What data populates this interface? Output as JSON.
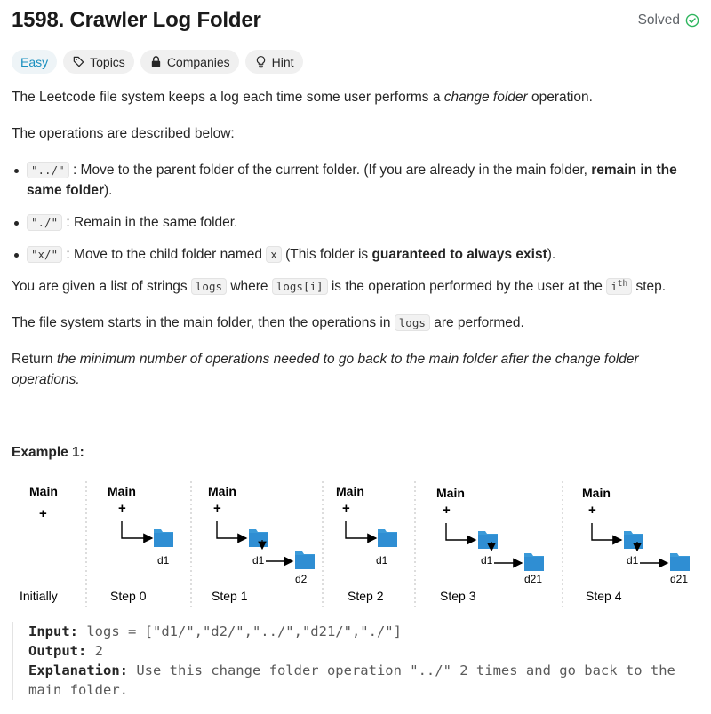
{
  "problem": {
    "title": "1598. Crawler Log Folder",
    "status": "Solved"
  },
  "tags": [
    {
      "label": "Easy",
      "icon": ""
    },
    {
      "label": "Topics",
      "icon": "tag-icon"
    },
    {
      "label": "Companies",
      "icon": "lock-icon"
    },
    {
      "label": "Hint",
      "icon": "lightbulb-icon"
    }
  ],
  "description": {
    "intro_1": "The Leetcode file system keeps a log each time some user performs a ",
    "intro_em": "change folder",
    "intro_2": " operation.",
    "ops_intro": "The operations are described below:",
    "ops": [
      {
        "code": "\"../\"",
        "text_1": " : Move to the parent folder of the current folder. (If you are already in the main folder, ",
        "bold": "remain in the same folder",
        "text_2": ")."
      },
      {
        "code": "\"./\"",
        "text_1": " : Remain in the same folder.",
        "bold": "",
        "text_2": ""
      },
      {
        "code": "\"x/\"",
        "text_1": " : Move to the child folder named ",
        "code2": "x",
        "text_mid": " (This folder is ",
        "bold": "guaranteed to always exist",
        "text_2": ")."
      }
    ],
    "given_1": "You are given a list of strings ",
    "given_code1": "logs",
    "given_2": " where ",
    "given_code2": "logs[i]",
    "given_3": " is the operation performed by the user at the ",
    "given_code3": "i",
    "given_sup": "th",
    "given_4": " step.",
    "start_1": "The file system starts in the main folder, then the operations in ",
    "start_code": "logs",
    "start_2": " are performed.",
    "return_1": "Return ",
    "return_em": "the minimum number of operations needed to go back to the main folder after the change folder operations."
  },
  "example": {
    "title": "Example 1:",
    "input_label": "Input:",
    "input_value": " logs = [\"d1/\",\"d2/\",\"../\",\"d21/\",\"./\"]",
    "output_label": "Output:",
    "output_value": " 2",
    "explanation_label": "Explanation:",
    "explanation_value": " Use this change folder operation \"../\" 2 times and go back to the main folder."
  },
  "diagram": {
    "main": "Main",
    "plus": "+",
    "steps": [
      "Initially",
      "Step 0",
      "Step 1",
      "Step 2",
      "Step 3",
      "Step 4"
    ],
    "folders": {
      "d1": "d1",
      "d2": "d2",
      "d21": "d21"
    },
    "folder_color": "#3a9ad9"
  },
  "colors": {
    "accent_easy": "#1a8fbf",
    "solved_check": "#2db55d"
  }
}
